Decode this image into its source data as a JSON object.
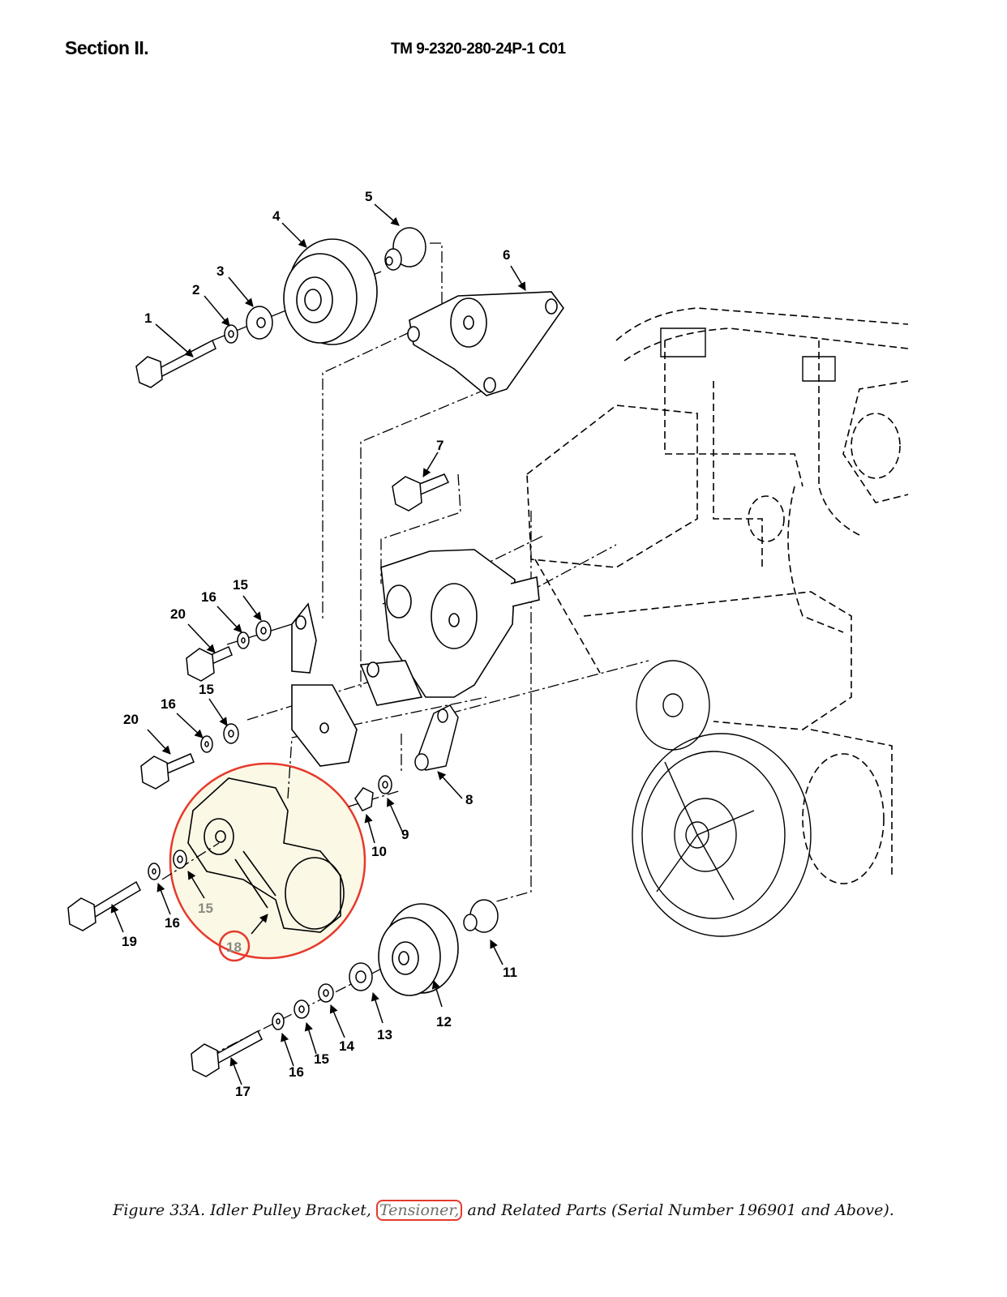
{
  "header": {
    "section": "Section II.",
    "doc_number": "TM 9-2320-280-24P-1  C01"
  },
  "figure": {
    "caption_before": "Figure 33A. Idler Pulley Bracket, ",
    "caption_highlight": "Tensioner,",
    "caption_after": " and Related Parts (Serial Number 196901 and Above).",
    "highlight_color": "#e53a2c",
    "highlight_fill": "#fbf8e6",
    "callouts": {
      "c1": "1",
      "c2": "2",
      "c3": "3",
      "c4": "4",
      "c5": "5",
      "c6": "6",
      "c7": "7",
      "c8": "8",
      "c9": "9",
      "c10": "10",
      "c11": "11",
      "c12": "12",
      "c13": "13",
      "c14": "14",
      "c15a": "15",
      "c15b": "15",
      "c15c": "15",
      "c15d": "15",
      "c16a": "16",
      "c16b": "16",
      "c16c": "16",
      "c16d": "16",
      "c17": "17",
      "c18": "18",
      "c19": "19",
      "c20a": "20",
      "c20b": "20"
    }
  }
}
